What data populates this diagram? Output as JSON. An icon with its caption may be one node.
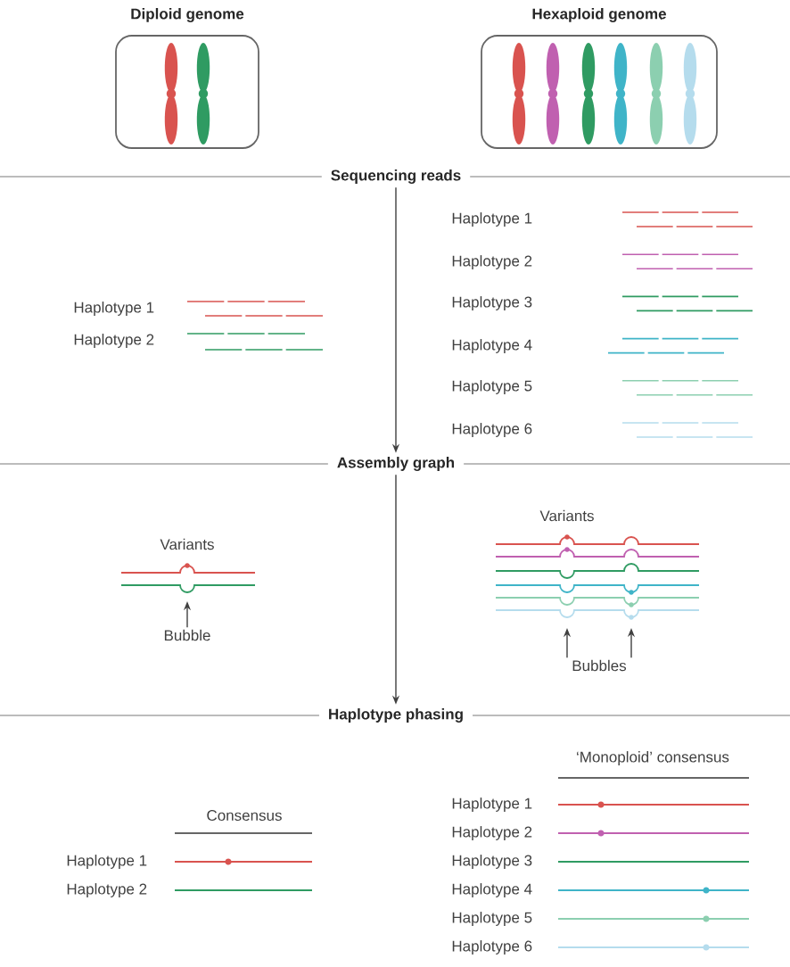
{
  "diagram": {
    "nodes": [
      {
        "text": [
          "Diploid genome"
        ]
      },
      {
        "text": [
          "Hexaploid genome"
        ]
      },
      {
        "text": [
          "Sequencing reads"
        ]
      },
      {
        "text": [
          "Assembly graph"
        ]
      },
      {
        "text": [
          "Haplotype phasing"
        ]
      },
      {
        "text": [
          "Bubble"
        ]
      },
      {
        "text": [
          "Bubbles"
        ]
      }
    ],
    "edges": [
      {
        "from": 2,
        "to": 3,
        "arrow": "to"
      },
      {
        "from": 3,
        "to": 4,
        "arrow": "to"
      },
      {
        "from": 5,
        "to": null,
        "arrow": "to"
      },
      {
        "from": 6,
        "to": null,
        "arrow": "to"
      },
      {
        "from": 6,
        "to": null,
        "arrow": "to"
      }
    ],
    "labels": [
      "Haplotype 1",
      "Haplotype 2",
      "Haplotype 1",
      "Haplotype 2",
      "Haplotype 3",
      "Haplotype 4",
      "Haplotype 5",
      "Haplotype 6",
      "Variants",
      "Variants",
      "Consensus",
      "Haplotype 1",
      "Haplotype 2",
      "‘Monoploid’ consensus",
      "Haplotype 1",
      "Haplotype 2",
      "Haplotype 3",
      "Haplotype 4",
      "Haplotype 5",
      "Haplotype 6"
    ]
  }
}
